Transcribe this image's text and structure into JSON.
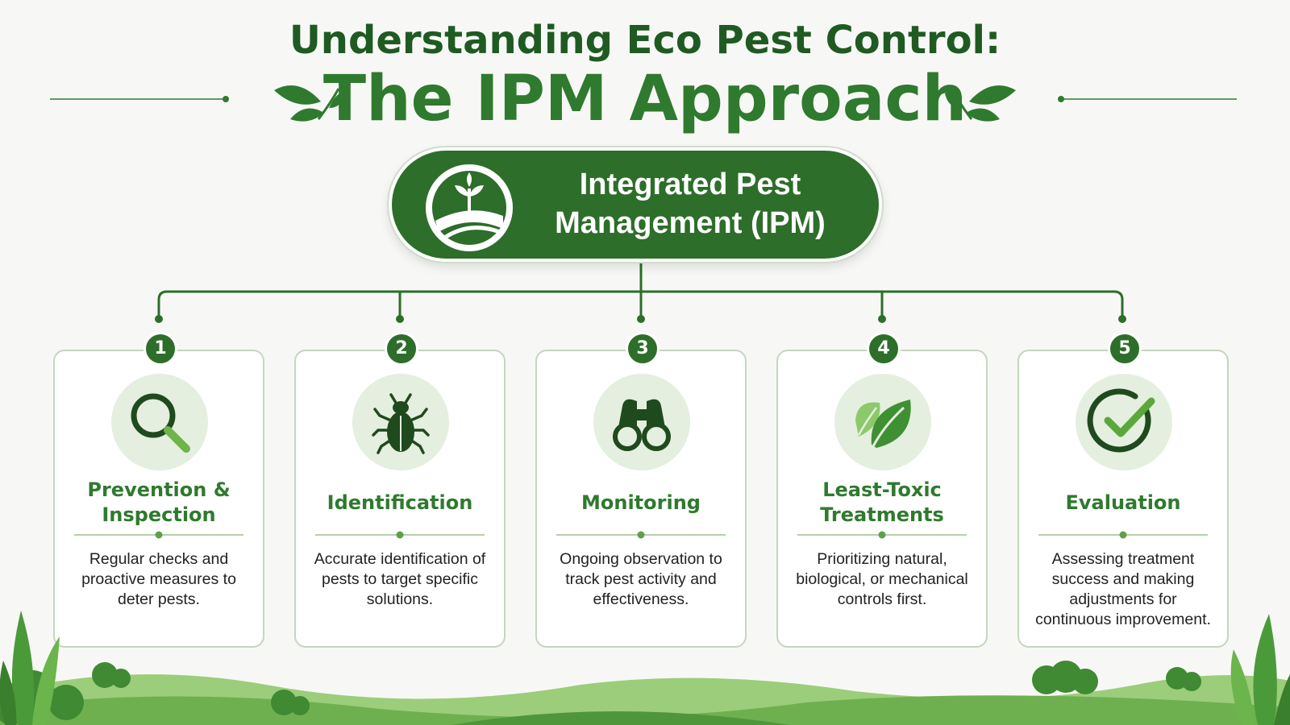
{
  "header": {
    "title_line1": "Understanding Eco Pest Control:",
    "title_line2": "The IPM Approach"
  },
  "root": {
    "title": "Integrated Pest Management (IPM)",
    "icon": "plant-field-icon"
  },
  "steps": [
    {
      "number": "1",
      "title": "Prevention & Inspection",
      "description": "Regular checks and proactive measures to deter pests.",
      "icon": "magnifying-glass-icon"
    },
    {
      "number": "2",
      "title": "Identification",
      "description": "Accurate identification of pests to target specific solutions.",
      "icon": "beetle-icon"
    },
    {
      "number": "3",
      "title": "Monitoring",
      "description": "Ongoing observation to track pest activity and effectiveness.",
      "icon": "binoculars-icon"
    },
    {
      "number": "4",
      "title": "Least-Toxic Treatments",
      "description": "Prioritizing natural, biological, or mechanical controls first.",
      "icon": "leaf-icon"
    },
    {
      "number": "5",
      "title": "Evaluation",
      "description": "Assessing treatment success and making adjustments for continuous improvement.",
      "icon": "checkmark-icon"
    }
  ],
  "colors": {
    "primary_dark": "#2d6e2a",
    "title_dark": "#1f5a22",
    "title_green": "#2f7a2e",
    "icon_bg": "#e4efdf",
    "card_border": "#c4d6bf"
  }
}
